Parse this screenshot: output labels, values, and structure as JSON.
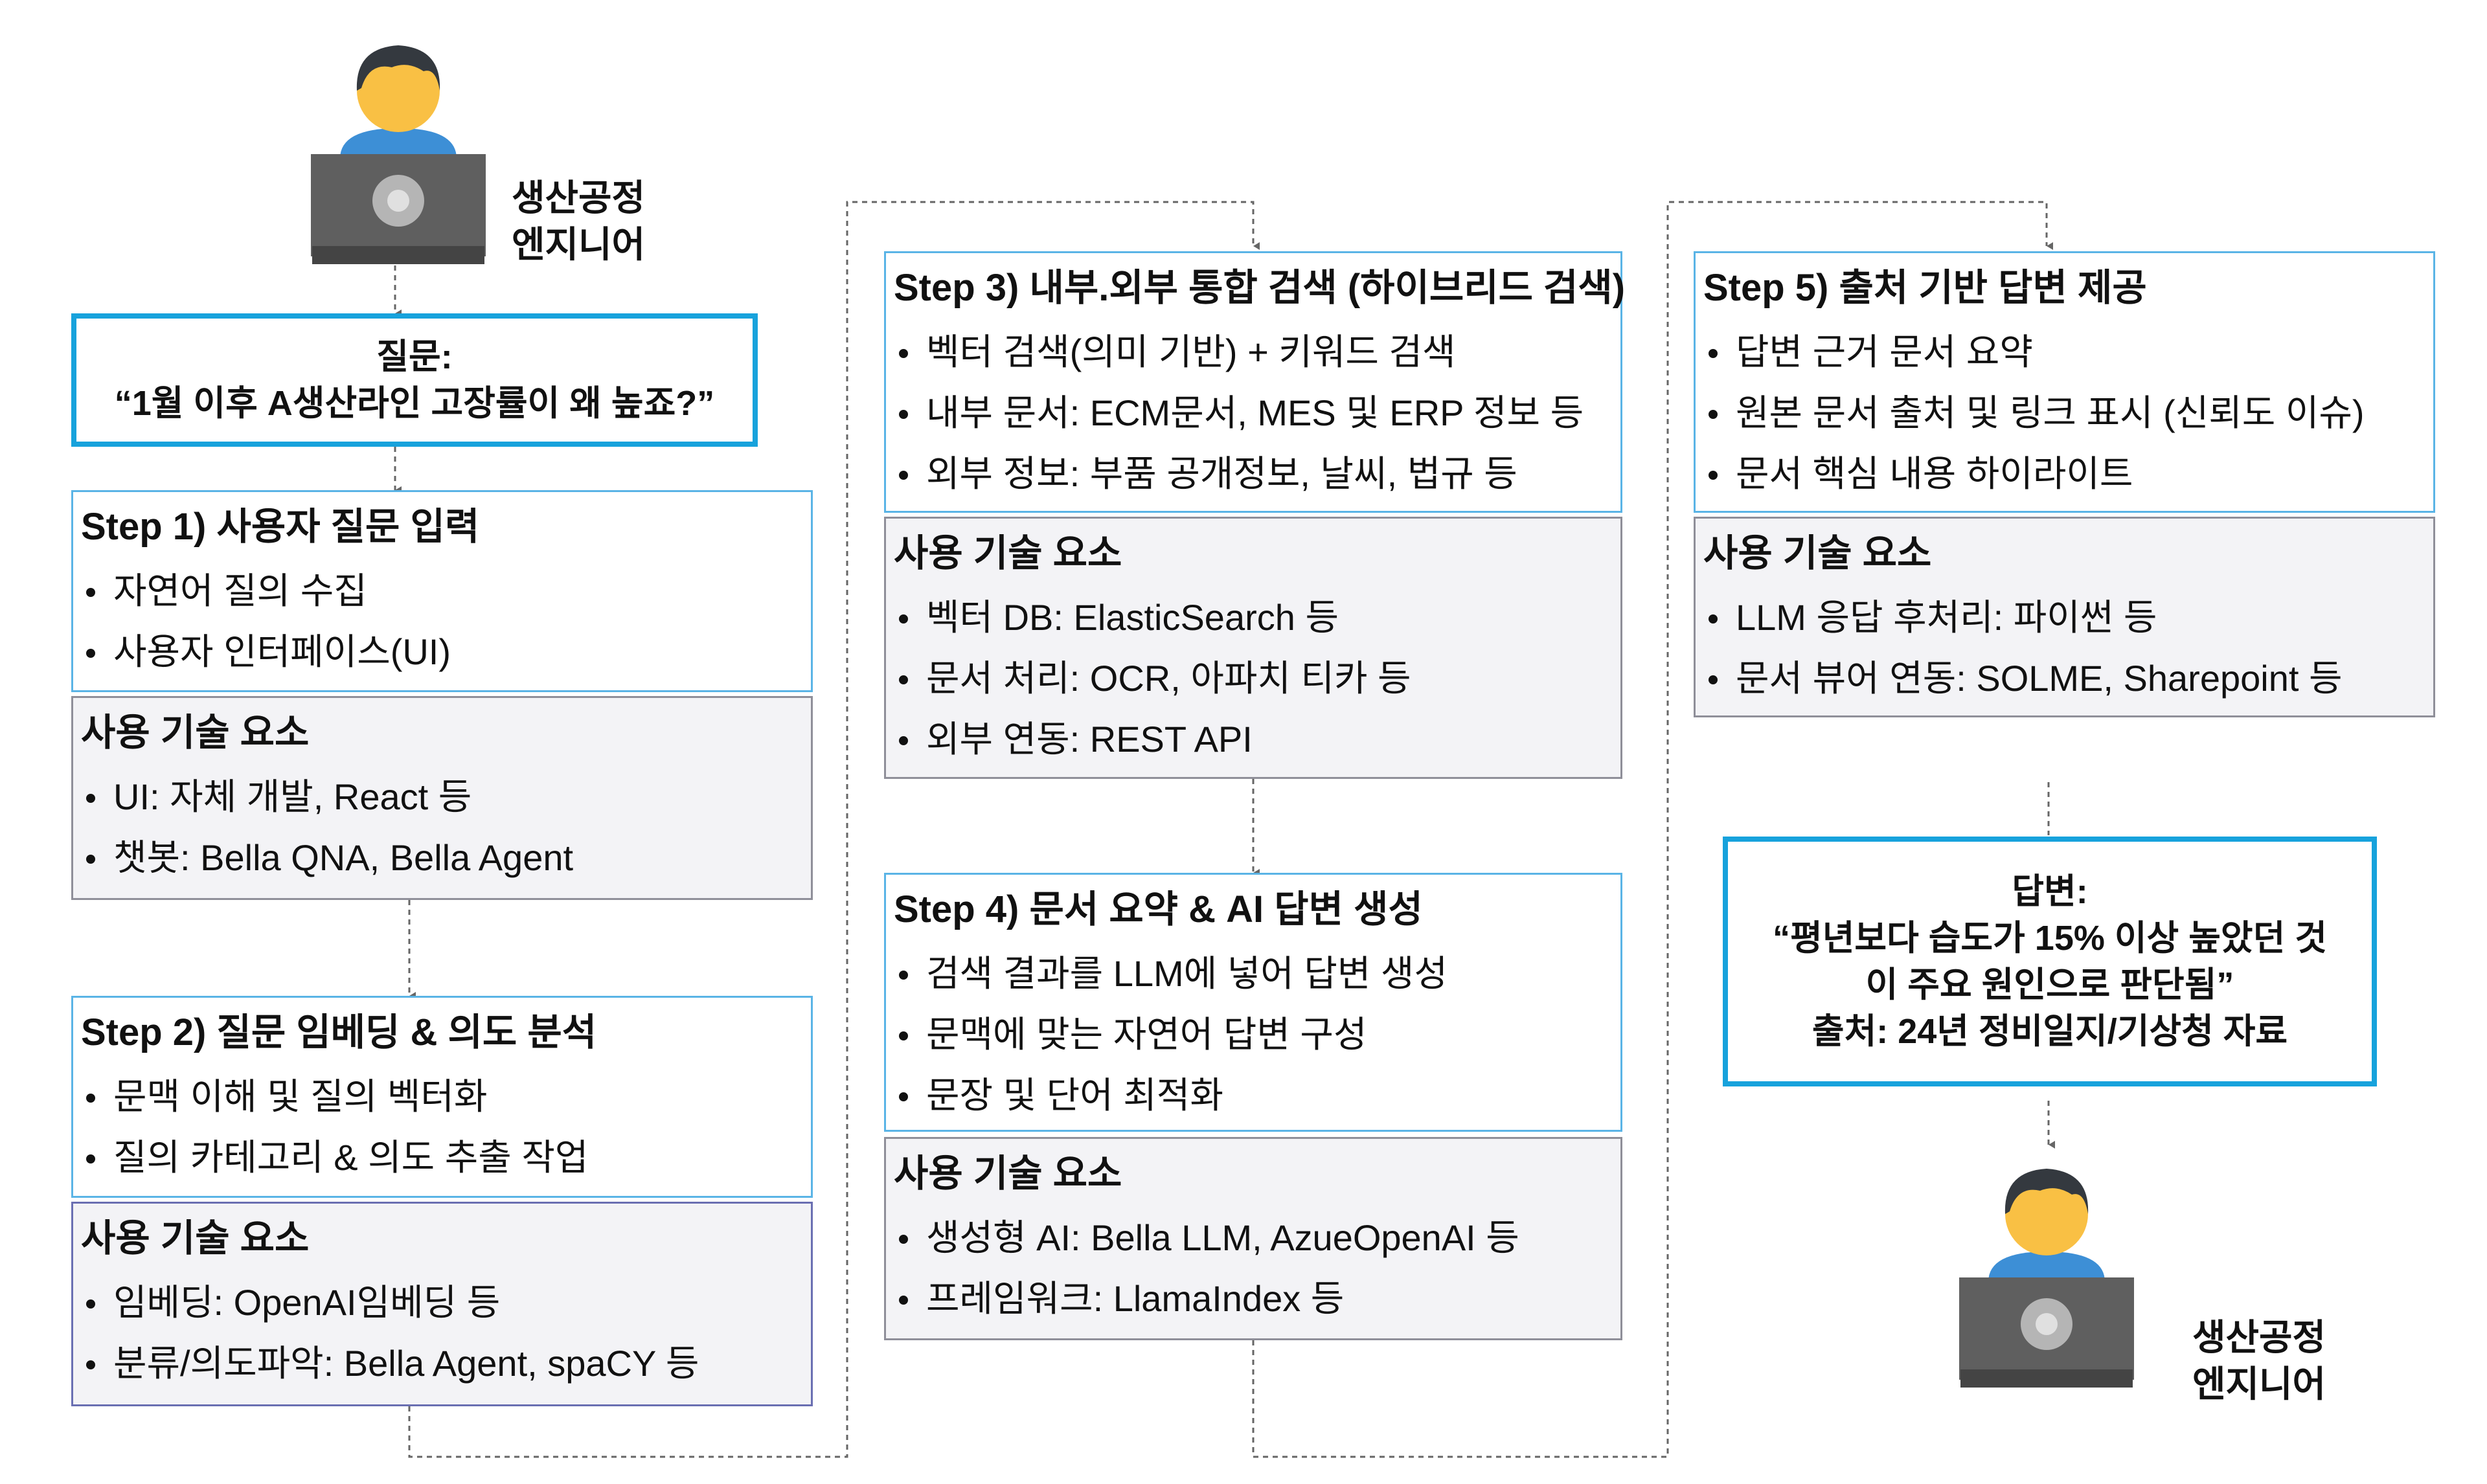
{
  "user_top": {
    "label_line1": "생산공정",
    "label_line2": "엔지니어",
    "icon": "engineer-laptop-icon"
  },
  "user_bottom": {
    "label_line1": "생산공정",
    "label_line2": "엔지니어",
    "icon": "engineer-laptop-icon"
  },
  "question": {
    "label": "질문:",
    "text": "“1월 이후 A생산라인 고장률이 왜 높죠?”"
  },
  "steps": [
    {
      "title": "Step 1) 사용자 질문 입력",
      "items": [
        "자연어 질의 수집",
        "사용자 인터페이스(UI)"
      ]
    },
    {
      "title": "Step 2) 질문 임베딩 & 의도 분석",
      "items": [
        "문맥 이해 및 질의 벡터화",
        "질의 카테고리 & 의도 추출 작업"
      ]
    },
    {
      "title": "Step 3) 내부.외부 통합 검색 (하이브리드 검색)",
      "items": [
        "벡터 검색(의미 기반) + 키워드 검색",
        "내부 문서: ECM문서, MES 및 ERP 정보 등",
        "외부 정보: 부품 공개정보, 날씨, 법규 등"
      ]
    },
    {
      "title": "Step 4) 문서 요약 & AI 답변 생성",
      "items": [
        "검색 결과를 LLM에 넣어 답변 생성",
        "문맥에 맞는 자연어 답변 구성",
        "문장 및 단어 최적화"
      ]
    },
    {
      "title": "Step 5) 출처 기반 답변 제공",
      "items": [
        "답변 근거 문서 요약",
        "원본 문서 출처 및 링크 표시 (신뢰도 이슈)",
        "문서 핵심 내용 하이라이트"
      ]
    }
  ],
  "tech": [
    {
      "title": "사용 기술 요소",
      "items": [
        "UI: 자체 개발, React 등",
        "챗봇: Bella QNA, Bella Agent"
      ]
    },
    {
      "title": "사용 기술 요소",
      "items": [
        "임베딩: OpenAI임베딩 등",
        "분류/의도파악: Bella Agent, spaCY 등"
      ]
    },
    {
      "title": "사용 기술 요소",
      "items": [
        "벡터 DB: ElasticSearch 등",
        "문서 처리: OCR, 아파치 티카 등",
        "외부 연동: REST API"
      ]
    },
    {
      "title": "사용 기술 요소",
      "items": [
        "생성형 AI: Bella LLM, AzueOpenAI 등",
        "프레임워크: LlamaIndex 등"
      ]
    },
    {
      "title": "사용 기술 요소",
      "items": [
        "LLM 응답 후처리: 파이썬 등",
        "문서 뷰어 연동: SOLME, Sharepoint 등"
      ]
    }
  ],
  "answer": {
    "label": "답변:",
    "line1": "“평년보다 습도가 15% 이상 높았던 것",
    "line2": "이 주요 원인으로 판단됨”",
    "source": "출처: 24년 정비일지/기상청 자료"
  },
  "colors": {
    "step_border": "#5ab4e6",
    "callout_border": "#17a2dc",
    "tech_bg": "#f3f3f6",
    "tech_border": "#8f8f99",
    "connector": "#666666",
    "laptop": "#5f5f5f",
    "face": "#f9c044",
    "hair": "#34393f",
    "shirt": "#3d8fd6"
  }
}
